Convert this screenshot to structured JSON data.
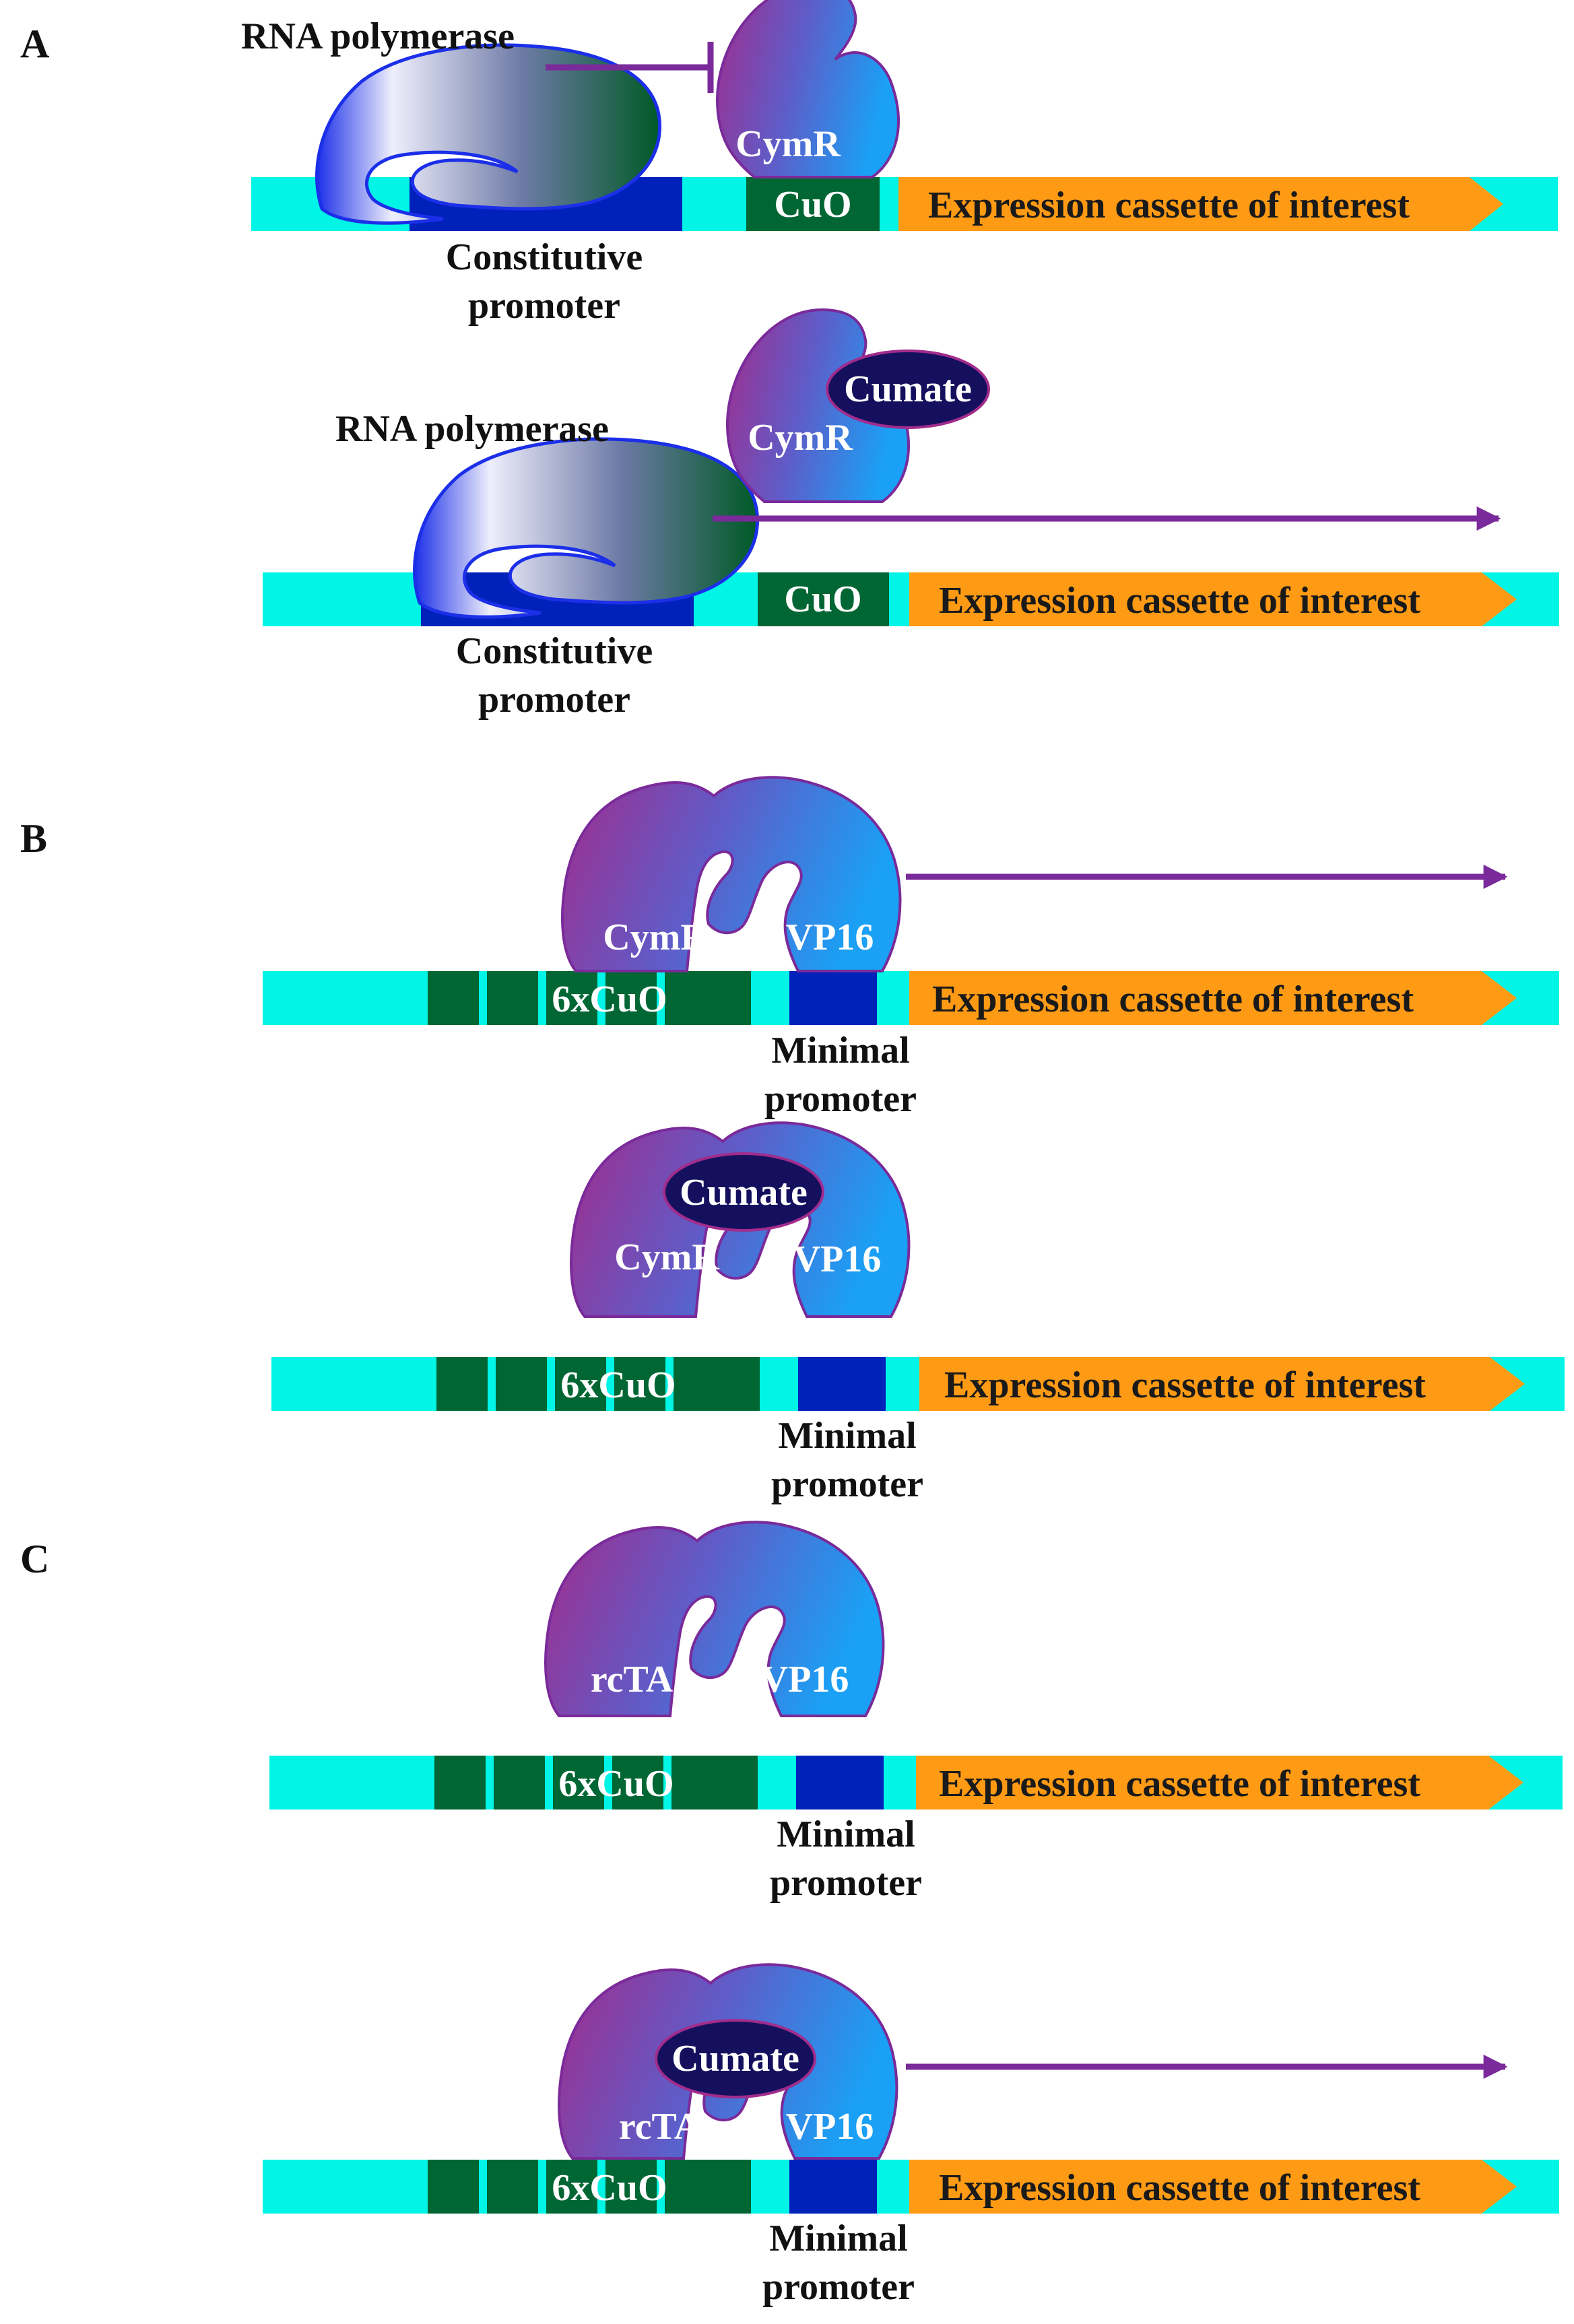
{
  "panels": {
    "a": "A",
    "b": "B",
    "c": "C"
  },
  "labels": {
    "rna_polymerase": "RNA polymerase",
    "constitutive_line1": "Constitutive",
    "constitutive_line2": "promoter",
    "minimal_line1": "Minimal",
    "minimal_line2": "promoter",
    "cymr": "CymR",
    "rcta": "rcTA",
    "vp16": "VP16",
    "cumate": "Cumate",
    "cuo": "CuO",
    "six_cuo": "6xCuO",
    "cassette": "Expression cassette of interest"
  },
  "colors": {
    "dna": "#00f5e6",
    "operator": "#006633",
    "promoter": "#0022bb",
    "cassette": "#ff9a14",
    "arrow": "#7a2a9a",
    "cumate": "#15105e",
    "protein_left": "#a12c8c",
    "protein_right": "#1aa0f5",
    "polymerase_outline": "#1c2fe8"
  }
}
